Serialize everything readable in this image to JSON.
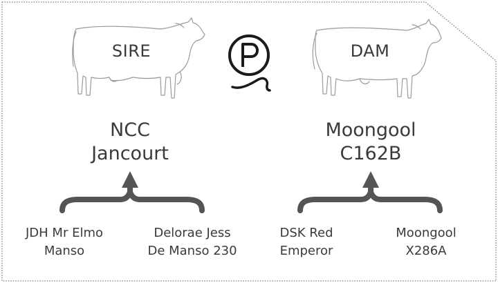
{
  "sire": {
    "role_label": "SIRE",
    "name_line1": "NCC",
    "name_line2": "Jancourt",
    "parents": [
      {
        "line1": "JDH Mr Elmo",
        "line2": "Manso"
      },
      {
        "line1": "Delorae Jess",
        "line2": "De Manso 230"
      }
    ]
  },
  "dam": {
    "role_label": "DAM",
    "name_line1": "Moongool",
    "name_line2": "C162B",
    "parents": [
      {
        "line1": "DSK Red",
        "line2": "Emperor"
      },
      {
        "line1": "Moongool",
        "line2": "X286A"
      }
    ]
  },
  "colors": {
    "text": "#3a3a3a",
    "bracket": "#555555",
    "outline": "#9a9a9a",
    "border": "#7a7a7a"
  },
  "icons": [
    "bull-outline-icon",
    "poll-p-logo-icon",
    "cow-outline-icon",
    "arrow-up-icon",
    "curly-bracket-icon"
  ]
}
